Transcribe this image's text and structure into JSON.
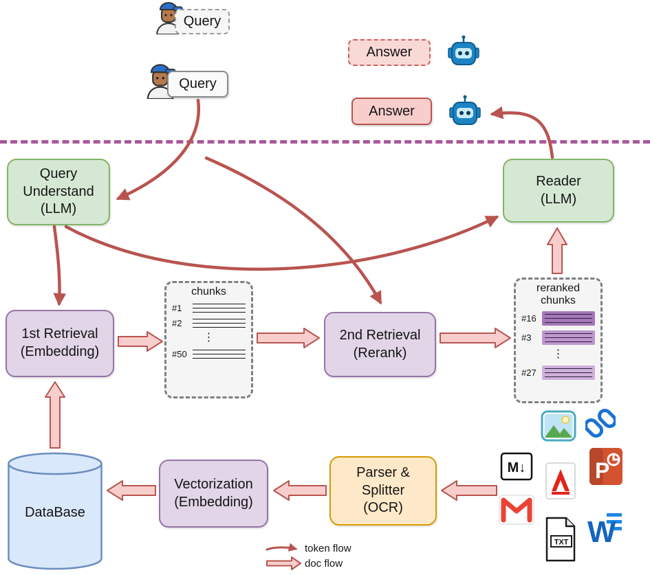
{
  "query_flow": {
    "query_draft": "Query",
    "query": "Query",
    "answer_draft": "Answer",
    "answer": "Answer"
  },
  "nodes": {
    "query_understand": {
      "lines": [
        "Query",
        "Understand",
        "(LLM)"
      ]
    },
    "reader": {
      "lines": [
        "Reader",
        "(LLM)"
      ]
    },
    "first_retrieval": {
      "lines": [
        "1st Retrieval",
        "(Embedding)"
      ]
    },
    "second_retrieval": {
      "lines": [
        "2nd Retrieval",
        "(Rerank)"
      ]
    },
    "vectorization": {
      "lines": [
        "Vectorization",
        "(Embedding)"
      ]
    },
    "parser_splitter": {
      "lines": [
        "Parser &",
        "Splitter",
        "(OCR)"
      ]
    },
    "database": {
      "label": "DataBase"
    }
  },
  "chunks_panel": {
    "title": "chunks",
    "rows": [
      "#1",
      "#2",
      "⋮",
      "#50"
    ]
  },
  "reranked_panel": {
    "title_lines": [
      "reranked",
      "chunks"
    ],
    "rows": [
      "#16",
      "#3",
      "⋮",
      "#27"
    ]
  },
  "legend": {
    "token_flow": "token flow",
    "doc_flow": "doc flow"
  },
  "icons": {
    "user": "user-avatar-icon",
    "robot": "robot-icon",
    "image_file": "image-file-icon",
    "link": "link-icon",
    "markdown_label": "M↓",
    "pdf": "pdf-file-icon",
    "powerpoint_label": "P",
    "gmail": "gmail-icon",
    "txt_label": "TXT",
    "word_label": "W"
  },
  "colors": {
    "llm_fill": "#d5e8d4",
    "llm_border": "#82b366",
    "retrieval_fill": "#e1d5e7",
    "retrieval_border": "#9673a6",
    "parser_fill": "#ffe9c8",
    "parser_border": "#d79b00",
    "database_fill": "#dae8fc",
    "database_border": "#6c8ebf",
    "answer_fill": "#f8cecc",
    "answer_border": "#b85450",
    "token_arrow": "#b85450",
    "doc_arrow_fill": "#f8cecc",
    "separator": "#a85a9a"
  }
}
